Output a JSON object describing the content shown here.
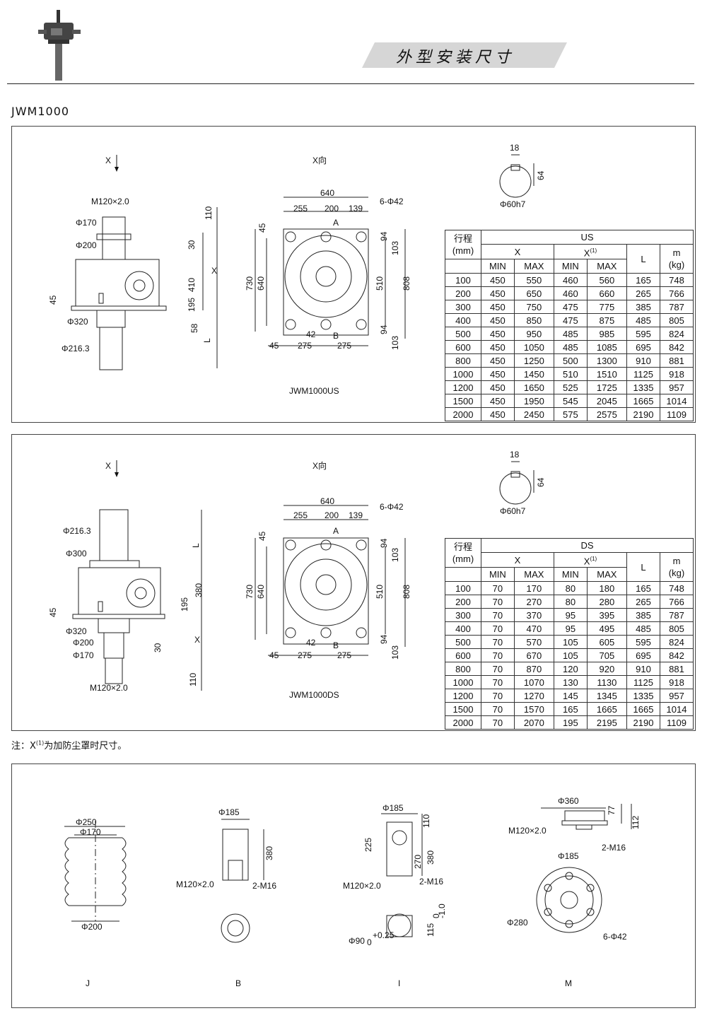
{
  "header": {
    "title": "外型安装尺寸",
    "model": "JWM1000"
  },
  "upper": {
    "caption": "JWM1000US",
    "view_left": "X",
    "view_mid": "X向",
    "dims_side": [
      "M120×2.0",
      "Φ170",
      "Φ200",
      "Φ320",
      "Φ216.3",
      "45",
      "110",
      "30",
      "X",
      "410",
      "195",
      "58",
      "L"
    ],
    "dims_front": [
      "640",
      "255",
      "200",
      "139",
      "6-Φ42",
      "45",
      "730",
      "640",
      "510",
      "808",
      "94",
      "103",
      "A",
      "B",
      "42",
      "45",
      "275",
      "275",
      "94",
      "103"
    ],
    "shaft": [
      "18",
      "64",
      "Φ60h7"
    ],
    "table": {
      "h_stroke": "行程",
      "h_mm": "(mm)",
      "group": "US",
      "h_x": "X",
      "h_x1": "X",
      "h_sup": "(1)",
      "h_min": "MIN",
      "h_max": "MAX",
      "h_min2": "MIN",
      "h_max2": "MAX",
      "h_l": "L",
      "h_m": "m",
      "h_kg": "(kg)",
      "rows": [
        [
          "100",
          "450",
          "550",
          "460",
          "560",
          "165",
          "748"
        ],
        [
          "200",
          "450",
          "650",
          "460",
          "660",
          "265",
          "766"
        ],
        [
          "300",
          "450",
          "750",
          "475",
          "775",
          "385",
          "787"
        ],
        [
          "400",
          "450",
          "850",
          "475",
          "875",
          "485",
          "805"
        ],
        [
          "500",
          "450",
          "950",
          "485",
          "985",
          "595",
          "824"
        ],
        [
          "600",
          "450",
          "1050",
          "485",
          "1085",
          "695",
          "842"
        ],
        [
          "800",
          "450",
          "1250",
          "500",
          "1300",
          "910",
          "881"
        ],
        [
          "1000",
          "450",
          "1450",
          "510",
          "1510",
          "1125",
          "918"
        ],
        [
          "1200",
          "450",
          "1650",
          "525",
          "1725",
          "1335",
          "957"
        ],
        [
          "1500",
          "450",
          "1950",
          "545",
          "2045",
          "1665",
          "1014"
        ],
        [
          "2000",
          "450",
          "2450",
          "575",
          "2575",
          "2190",
          "1109"
        ]
      ]
    }
  },
  "lower": {
    "caption": "JWM1000DS",
    "view_left": "X",
    "view_mid": "X向",
    "dims_side": [
      "Φ216.3",
      "Φ300",
      "45",
      "Φ320",
      "Φ200",
      "Φ170",
      "M120×2.0",
      "L",
      "380",
      "195",
      "30",
      "X",
      "110"
    ],
    "dims_front": [
      "640",
      "255",
      "200",
      "139",
      "6-Φ42",
      "45",
      "730",
      "640",
      "510",
      "808",
      "94",
      "103",
      "A",
      "B",
      "42",
      "45",
      "275",
      "275",
      "94",
      "103"
    ],
    "shaft": [
      "18",
      "64",
      "Φ60h7"
    ],
    "table": {
      "h_stroke": "行程",
      "h_mm": "(mm)",
      "group": "DS",
      "h_x": "X",
      "h_x1": "X",
      "h_sup": "(1)",
      "h_min": "MIN",
      "h_max": "MAX",
      "h_min2": "MIN",
      "h_max2": "MAX",
      "h_l": "L",
      "h_m": "m",
      "h_kg": "(kg)",
      "rows": [
        [
          "100",
          "70",
          "170",
          "80",
          "180",
          "165",
          "748"
        ],
        [
          "200",
          "70",
          "270",
          "80",
          "280",
          "265",
          "766"
        ],
        [
          "300",
          "70",
          "370",
          "95",
          "395",
          "385",
          "787"
        ],
        [
          "400",
          "70",
          "470",
          "95",
          "495",
          "485",
          "805"
        ],
        [
          "500",
          "70",
          "570",
          "105",
          "605",
          "595",
          "824"
        ],
        [
          "600",
          "70",
          "670",
          "105",
          "705",
          "695",
          "842"
        ],
        [
          "800",
          "70",
          "870",
          "120",
          "920",
          "910",
          "881"
        ],
        [
          "1000",
          "70",
          "1070",
          "130",
          "1130",
          "1125",
          "918"
        ],
        [
          "1200",
          "70",
          "1270",
          "145",
          "1345",
          "1335",
          "957"
        ],
        [
          "1500",
          "70",
          "1570",
          "165",
          "1665",
          "1665",
          "1014"
        ],
        [
          "2000",
          "70",
          "2070",
          "195",
          "2195",
          "2190",
          "1109"
        ]
      ]
    }
  },
  "note": {
    "prefix": "注：X",
    "sup": "(1)",
    "text": "为加防尘罩时尺寸。"
  },
  "accessories": {
    "J": {
      "label": "J",
      "dims": [
        "Φ250",
        "Φ170",
        "Φ200"
      ]
    },
    "B": {
      "label": "B",
      "dims": [
        "Φ185",
        "380",
        "M120×2.0",
        "2-M16"
      ]
    },
    "I": {
      "label": "I",
      "dims": [
        "Φ185",
        "110",
        "225",
        "270",
        "380",
        "M120×2.0",
        "2-M16",
        "Φ90",
        "+0.25",
        "0",
        "115",
        "0",
        "-1.0"
      ]
    },
    "M": {
      "label": "M",
      "dims": [
        "Φ360",
        "77",
        "112",
        "M120×2.0",
        "2-M16",
        "Φ185",
        "Φ280",
        "6-Φ42"
      ]
    }
  }
}
